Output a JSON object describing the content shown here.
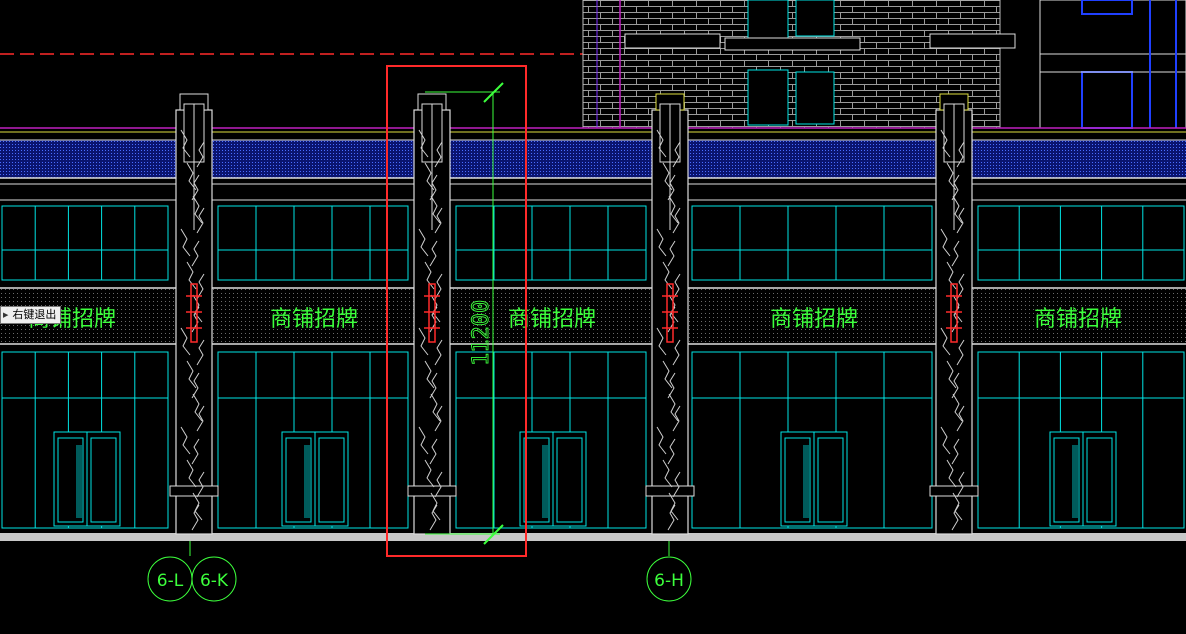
{
  "tooltip": {
    "text": "右键退出"
  },
  "shop_sign_text": "商铺招牌",
  "dimension_text": "11200",
  "axes": [
    "6-L",
    "6-K",
    "6-H"
  ],
  "colors": {
    "background": "#000000",
    "facade_lines": "#00e5e5",
    "annotation": "#3cff3c",
    "selection_box": "#ff2a2a",
    "parapet_band": "#1a2a9a"
  }
}
